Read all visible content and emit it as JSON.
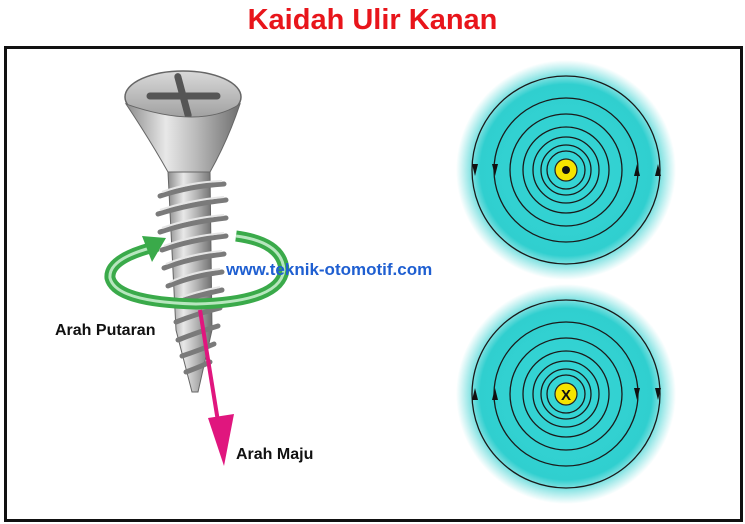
{
  "title": "Kaidah Ulir Kanan",
  "watermark": "www.teknik-otomotif.com",
  "labels": {
    "rotation": "Arah Putaran",
    "forward": "Arah Maju"
  },
  "symbols": {
    "out_of_page": "•",
    "into_page": "X"
  },
  "icons": {
    "screw": "screw-icon",
    "rotation_arrow": "curved-arrow-icon",
    "forward_arrow": "down-arrow-icon"
  },
  "colors": {
    "title": "#e8151b",
    "watermark": "#1f5fd1",
    "field_fill": "#33d4d4",
    "conductor": "#f5e400",
    "rotation_arrow": "#3aaa4a",
    "forward_arrow": "#e0167e"
  }
}
